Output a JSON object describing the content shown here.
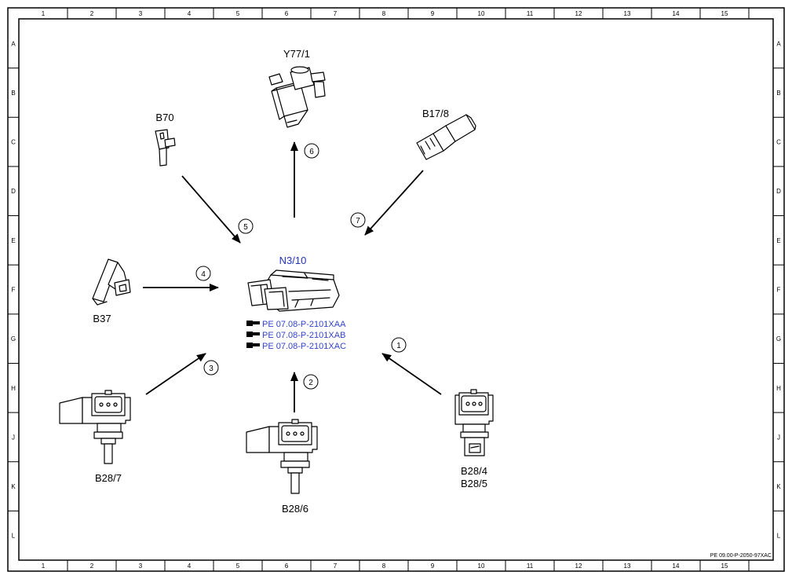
{
  "frame": {
    "columns": [
      "1",
      "2",
      "3",
      "4",
      "5",
      "6",
      "7",
      "8",
      "9",
      "10",
      "11",
      "12",
      "13",
      "14",
      "15"
    ],
    "rows": [
      "A",
      "B",
      "C",
      "D",
      "E",
      "F",
      "G",
      "H",
      "J",
      "K",
      "L"
    ],
    "document_code": "PE 09.00-P-2050-97XAC"
  },
  "ecu": {
    "label": "N3/10",
    "references": [
      "PE 07.08-P-2101XAA",
      "PE 07.08-P-2101XAB",
      "PE 07.08-P-2101XAC"
    ]
  },
  "components": {
    "y77_1": {
      "label": "Y77/1"
    },
    "b70": {
      "label": "B70"
    },
    "b17_8": {
      "label": "B17/8"
    },
    "b37": {
      "label": "B37"
    },
    "b28_7": {
      "label": "B28/7"
    },
    "b28_6": {
      "label": "B28/6"
    },
    "b28_4": {
      "label": "B28/4"
    },
    "b28_5": {
      "label": "B28/5"
    }
  },
  "signals": {
    "s1": "1",
    "s2": "2",
    "s3": "3",
    "s4": "4",
    "s5": "5",
    "s6": "6",
    "s7": "7"
  },
  "colors": {
    "line": "#000000",
    "label_blue": "#2233bb",
    "link_blue": "#3344cc"
  },
  "icons": {
    "document_reference": "document-ref-icon"
  }
}
